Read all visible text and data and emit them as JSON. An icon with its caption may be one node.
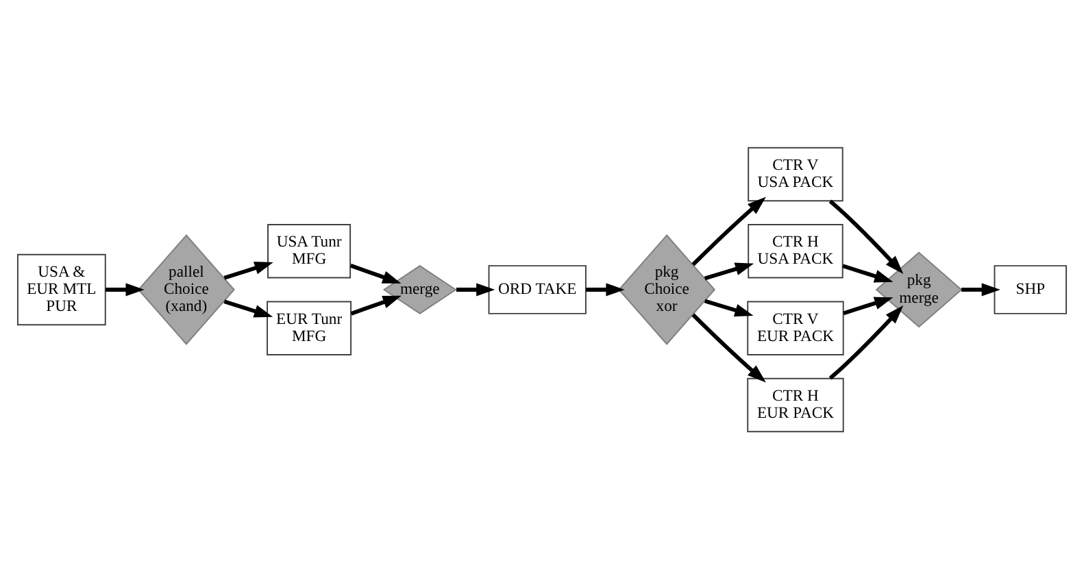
{
  "diagram": {
    "nodes": [
      {
        "text": [
          "USA & EUR MTL PUR"
        ]
      },
      {
        "text": [
          "pallel Choice (xand)"
        ]
      },
      {
        "text": [
          "USA Tunr MFG"
        ]
      },
      {
        "text": [
          "EUR Tunr MFG"
        ]
      },
      {
        "text": [
          "merge"
        ]
      },
      {
        "text": [
          "ORD TAKE"
        ]
      },
      {
        "text": [
          "pkg Choice xor"
        ]
      },
      {
        "text": [
          "CTR V USA PACK"
        ]
      },
      {
        "text": [
          "CTR H USA PACK"
        ]
      },
      {
        "text": [
          "CTR V EUR PACK"
        ]
      },
      {
        "text": [
          "CTR H EUR PACK"
        ]
      },
      {
        "text": [
          "pkg merge"
        ]
      },
      {
        "text": [
          "SHP"
        ]
      }
    ],
    "edges": [
      {
        "from": 0,
        "to": 1,
        "arrow": "to"
      },
      {
        "from": 1,
        "to": 2,
        "arrow": "to"
      },
      {
        "from": 1,
        "to": 3,
        "arrow": "to"
      },
      {
        "from": 2,
        "to": 4,
        "arrow": "to"
      },
      {
        "from": 3,
        "to": 4,
        "arrow": "to"
      },
      {
        "from": 4,
        "to": 5,
        "arrow": "to"
      },
      {
        "from": 5,
        "to": 6,
        "arrow": "to"
      },
      {
        "from": 6,
        "to": 7,
        "arrow": "to"
      },
      {
        "from": 6,
        "to": 8,
        "arrow": "to"
      },
      {
        "from": 6,
        "to": 9,
        "arrow": "to"
      },
      {
        "from": 6,
        "to": 10,
        "arrow": "to"
      },
      {
        "from": 7,
        "to": 11,
        "arrow": "to"
      },
      {
        "from": 8,
        "to": 11,
        "arrow": "to"
      },
      {
        "from": 9,
        "to": 11,
        "arrow": "to"
      },
      {
        "from": 10,
        "to": 11,
        "arrow": "to"
      },
      {
        "from": 11,
        "to": 12,
        "arrow": "to"
      }
    ]
  }
}
